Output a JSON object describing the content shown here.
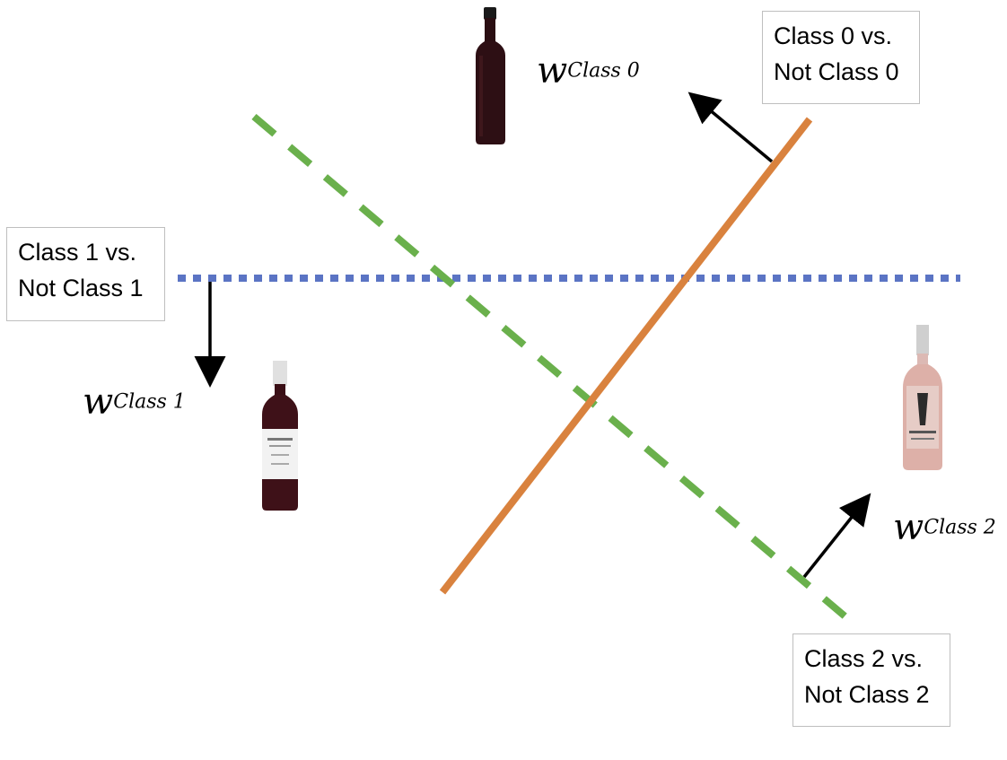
{
  "colors": {
    "class0_boundary": "#d9823e",
    "class1_boundary": "#5b74c4",
    "class2_boundary": "#6ab04c",
    "arrow": "#000000",
    "box_border": "#bfbfbf"
  },
  "boundaries": [
    {
      "id": "class0",
      "label_lines": [
        "Class 0 vs.",
        "Not Class 0"
      ],
      "style": "solid",
      "color": "#d9823e"
    },
    {
      "id": "class1",
      "label_lines": [
        "Class 1 vs.",
        "Not Class 1"
      ],
      "style": "dotted",
      "color": "#5b74c4"
    },
    {
      "id": "class2",
      "label_lines": [
        "Class 2 vs.",
        "Not Class 2"
      ],
      "style": "dashed",
      "color": "#6ab04c"
    }
  ],
  "weight_vectors": [
    {
      "id": "class0",
      "symbol": "w",
      "superscript": "Class 0"
    },
    {
      "id": "class1",
      "symbol": "w",
      "superscript": "Class 1"
    },
    {
      "id": "class2",
      "symbol": "w",
      "superscript": "Class 2"
    }
  ],
  "bottles": [
    {
      "id": "class0",
      "kind": "dark red wine bottle"
    },
    {
      "id": "class1",
      "kind": "red wine bottle with white label"
    },
    {
      "id": "class2",
      "kind": "rosé wine bottle"
    }
  ]
}
